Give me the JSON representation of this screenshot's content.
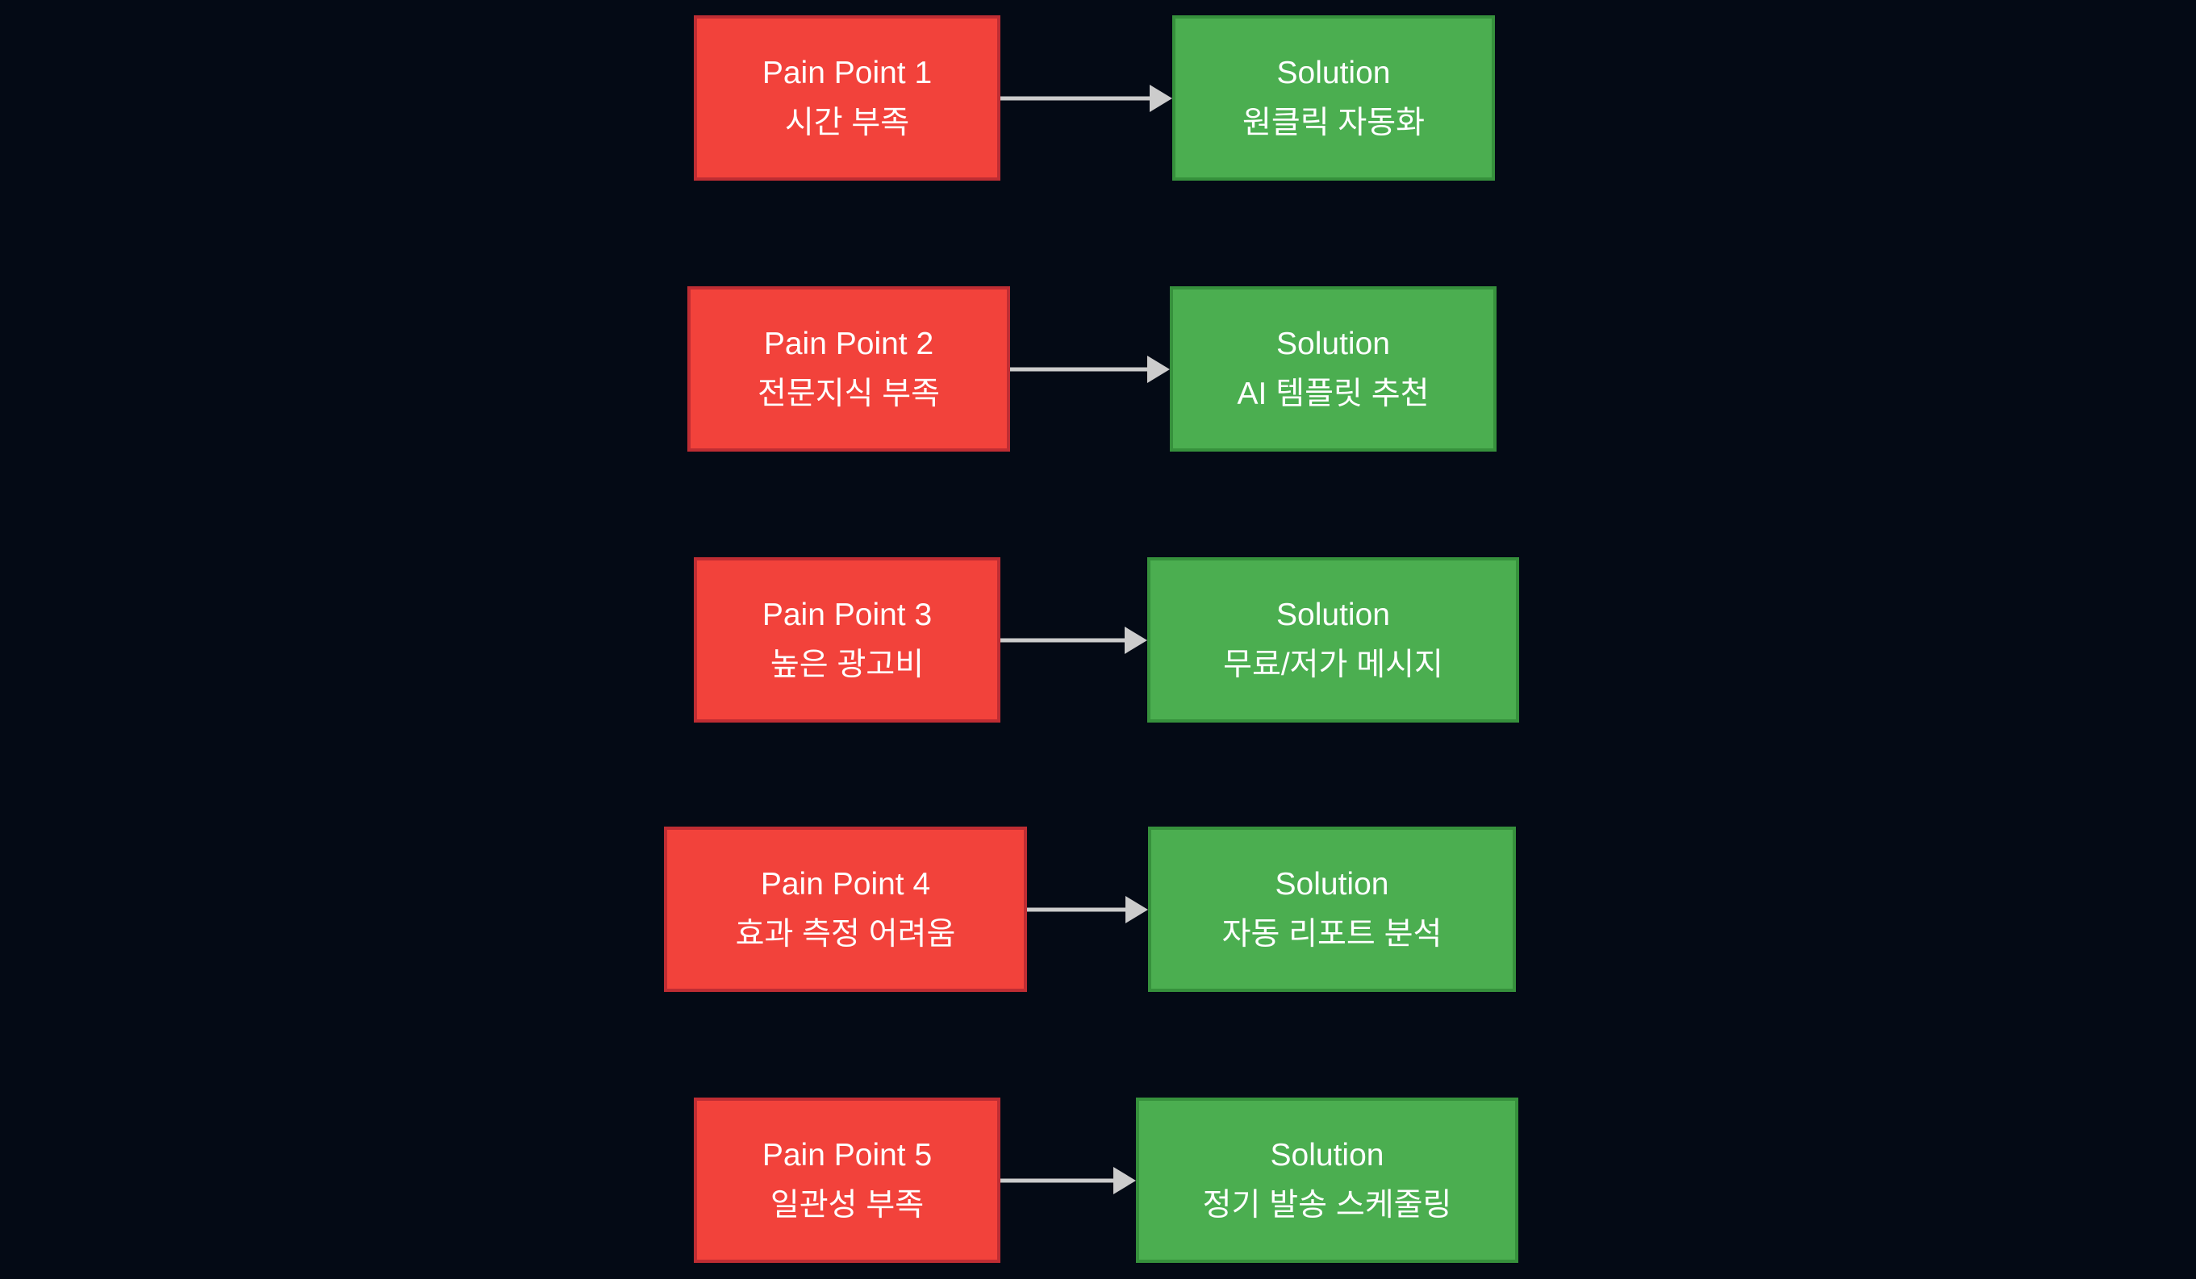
{
  "diagram": {
    "rows": [
      {
        "pain": {
          "title": "Pain Point 1",
          "subtitle": "시간 부족"
        },
        "solution": {
          "title": "Solution",
          "subtitle": "원클릭 자동화"
        }
      },
      {
        "pain": {
          "title": "Pain Point 2",
          "subtitle": "전문지식 부족"
        },
        "solution": {
          "title": "Solution",
          "subtitle": "AI 템플릿 추천"
        }
      },
      {
        "pain": {
          "title": "Pain Point 3",
          "subtitle": "높은 광고비"
        },
        "solution": {
          "title": "Solution",
          "subtitle": "무료/저가 메시지"
        }
      },
      {
        "pain": {
          "title": "Pain Point 4",
          "subtitle": "효과 측정 어려움"
        },
        "solution": {
          "title": "Solution",
          "subtitle": "자동 리포트 분석"
        }
      },
      {
        "pain": {
          "title": "Pain Point 5",
          "subtitle": "일관성 부족"
        },
        "solution": {
          "title": "Solution",
          "subtitle": "정기 발송 스케줄링"
        }
      }
    ]
  },
  "colors": {
    "background": "#040a15",
    "pain_fill": "#f2423b",
    "pain_border": "#bf2d33",
    "solution_fill": "#4bae50",
    "solution_border": "#36913c",
    "arrow": "#cccccc",
    "text": "#ffffff"
  }
}
